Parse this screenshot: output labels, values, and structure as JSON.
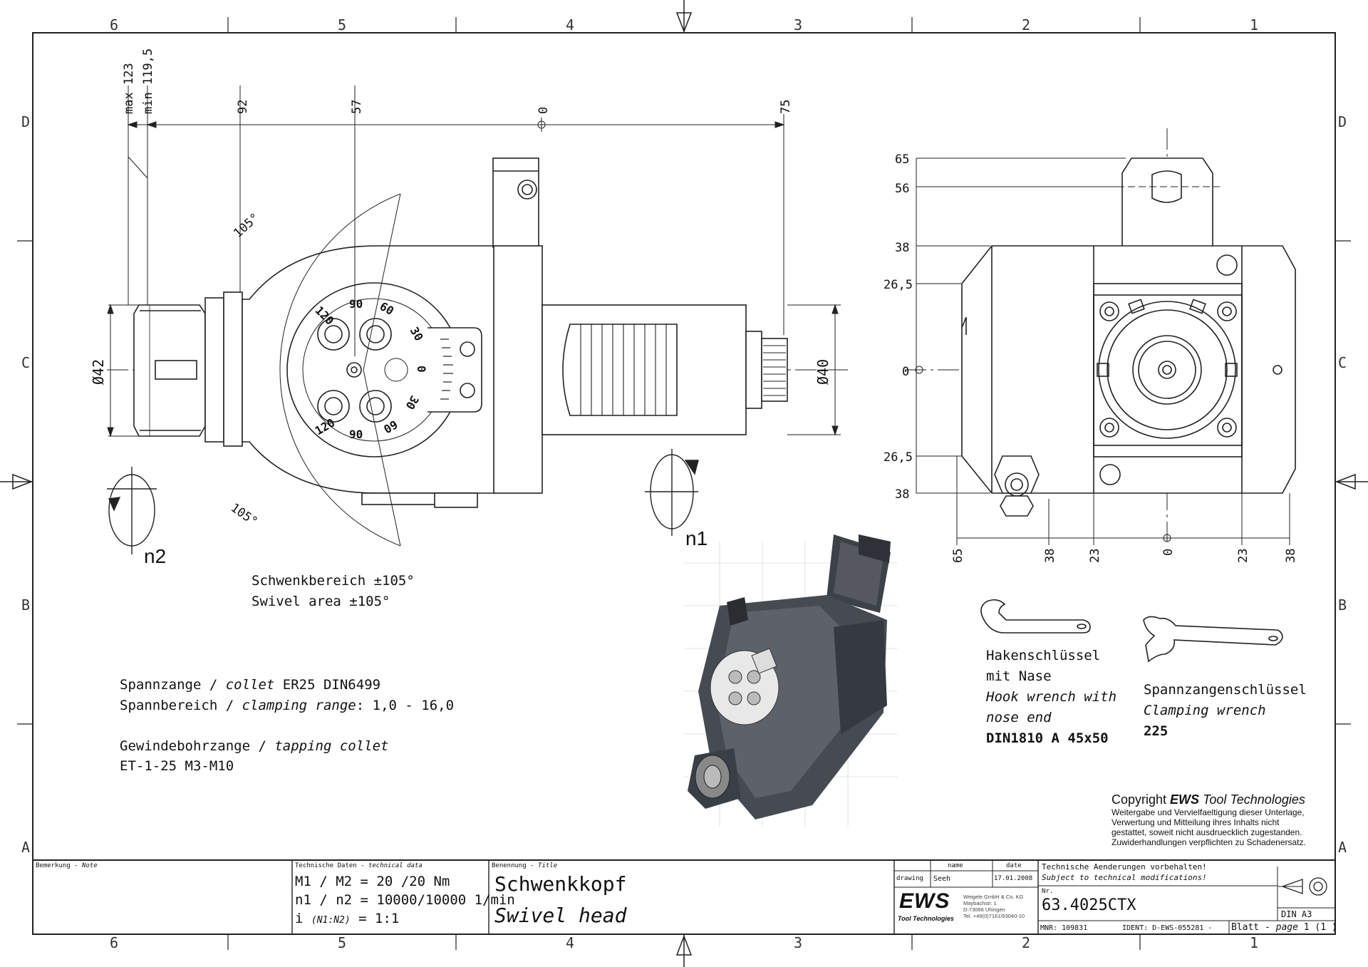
{
  "frame": {
    "columns": [
      "6",
      "5",
      "4",
      "3",
      "2",
      "1"
    ],
    "rows": [
      "D",
      "C",
      "B",
      "A"
    ]
  },
  "dimensions": {
    "top": [
      "max 123",
      "min 119,5",
      "92",
      "57",
      "0",
      "75"
    ],
    "right_vertical": [
      "65",
      "56",
      "38",
      "26,5",
      "0",
      "26,5",
      "38"
    ],
    "bottom": [
      "65",
      "38",
      "23",
      "0",
      "23",
      "38"
    ],
    "dia42": "Ø42",
    "dia40": "Ø40",
    "angle_top": "105°",
    "angle_bottom": "105°",
    "n2": "n2",
    "n1": "n1"
  },
  "dial": {
    "numbers": [
      "120",
      "90",
      "60",
      "30",
      "0",
      "30",
      "60",
      "90",
      "120"
    ]
  },
  "notes": {
    "swivel_de": "Schwenkbereich ±105°",
    "swivel_en": "Swivel area ±105°",
    "collet_line_1a": "Spannzange / ",
    "collet_line_1b": "collet",
    "collet_line_1c": "   ER25   DIN6499",
    "collet_line_2a": "Spannbereich / ",
    "collet_line_2b": "clamping range",
    "collet_line_2c": ": 1,0 - 16,0",
    "tapping_line_1a": "Gewindebohrzange / ",
    "tapping_line_1b": "tapping collet",
    "tapping_line_2": "ET-1-25  M3-M10"
  },
  "hook_wrench": {
    "line1": "Hakenschlüssel",
    "line2": "mit Nase",
    "line3": "Hook wrench with",
    "line4": "nose end",
    "line5": "DIN1810 A 45x50"
  },
  "clamp_wrench": {
    "line1": "Spannzangenschlüssel",
    "line2": "Clamping wrench",
    "line3": "225"
  },
  "copyright": {
    "title_a": "Copyright ",
    "title_b": "EWS",
    "title_c": " Tool Technologies",
    "line1": "Weitergabe und Vervielfaeltigung dieser Unterlage,",
    "line2": "Verwertung und Mitteilung ihres Inhalts nicht",
    "line3": "gestattet, soweit nicht ausdruecklich zugestanden.",
    "line4": "Zuwiderhandlungen verpflichten zu Schadenersatz."
  },
  "title_block": {
    "note_label_a": "Bemerkung - ",
    "note_label_b": "Note",
    "tech_label_a": "Technische Daten - ",
    "tech_label_b": "technical data",
    "tech_line1": "M1 / M2 = 20  /20  Nm",
    "tech_line2": "n1 / n2  = 10000/10000 1/min",
    "tech_line3a": "i  ",
    "tech_line3b": "(N1:N2)",
    "tech_line3c": "  = 1:1",
    "title_label_a": "Benennung - ",
    "title_label_b": "Title",
    "title_de": "Schwenkkopf",
    "title_en": "Swivel head",
    "col_name": "name",
    "col_date": "date",
    "row_drawing": "drawing",
    "drawing_name": "Seeh",
    "drawing_date": "17.01.2008",
    "logo": "EWS",
    "logo_sub": "Tool Technologies",
    "company1": "Weigele GmbH & Co. KG",
    "company2": "Maybachstr. 1",
    "company3": "D-73066 Uhingen",
    "company4": "Tel. +49(0)7161/93040-10",
    "mod_de": "Technische Aenderungen vorbehalten!",
    "mod_en": "Subject to technical modifications!",
    "nr_label": "Nr.",
    "nr_value": "63.4025CTX",
    "format": "DIN A3",
    "mnr": "MNR: 109831",
    "ident": "IDENT: D-EWS-055281 -",
    "blatt_a": "Blatt - ",
    "blatt_b": "page",
    "blatt_c": "  1 (1 )"
  }
}
